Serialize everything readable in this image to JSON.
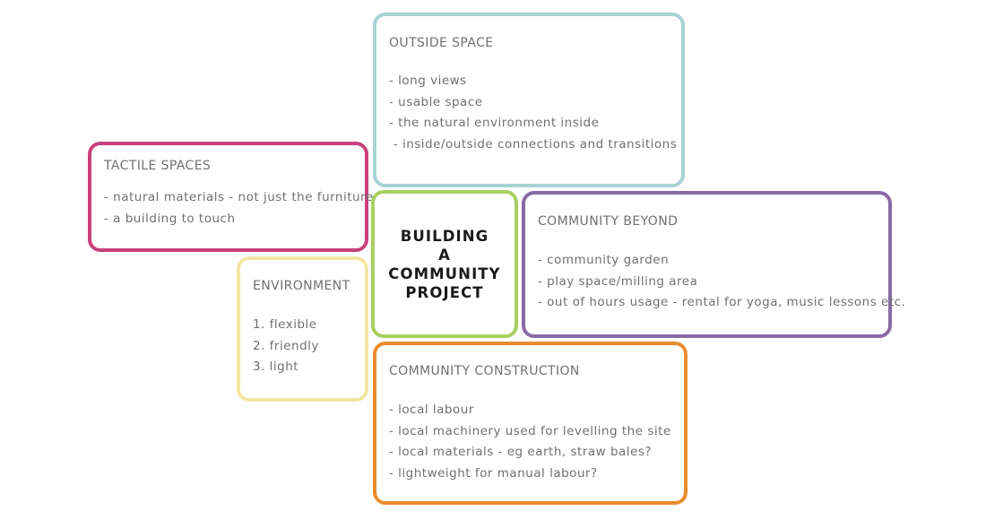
{
  "diagram": {
    "center": {
      "title": "BUILDING\nA\nCOMMUNITY\nPROJECT"
    },
    "boxes": {
      "outside": {
        "title": "OUTSIDE SPACE",
        "color": "#a7d3d3",
        "items": [
          "- long views",
          "- usable space",
          "- the natural environment inside",
          " - inside/outside connections and transitions"
        ]
      },
      "tactile": {
        "title": "TACTILE SPACES",
        "color": "#c8407b",
        "items": [
          "- natural materials - not just the furniture",
          "- a building to touch"
        ]
      },
      "beyond": {
        "title": "COMMUNITY BEYOND",
        "color": "#8a6aa6",
        "items": [
          "- community garden",
          "- play space/milling area",
          "- out of hours usage - rental for yoga, music lessons etc."
        ]
      },
      "environment": {
        "title": "ENVIRONMENT",
        "color": "#f2e7a2",
        "items": [
          "1. flexible",
          "2. friendly",
          "3. light"
        ]
      },
      "construction": {
        "title": "COMMUNITY CONSTRUCTION",
        "color": "#e88c2e",
        "items": [
          "- local labour",
          "- local machinery used for levelling the site",
          "- local materials - eg earth, straw bales?",
          "- lightweight for manual labour?"
        ]
      }
    },
    "center_color": "#a8d062"
  }
}
